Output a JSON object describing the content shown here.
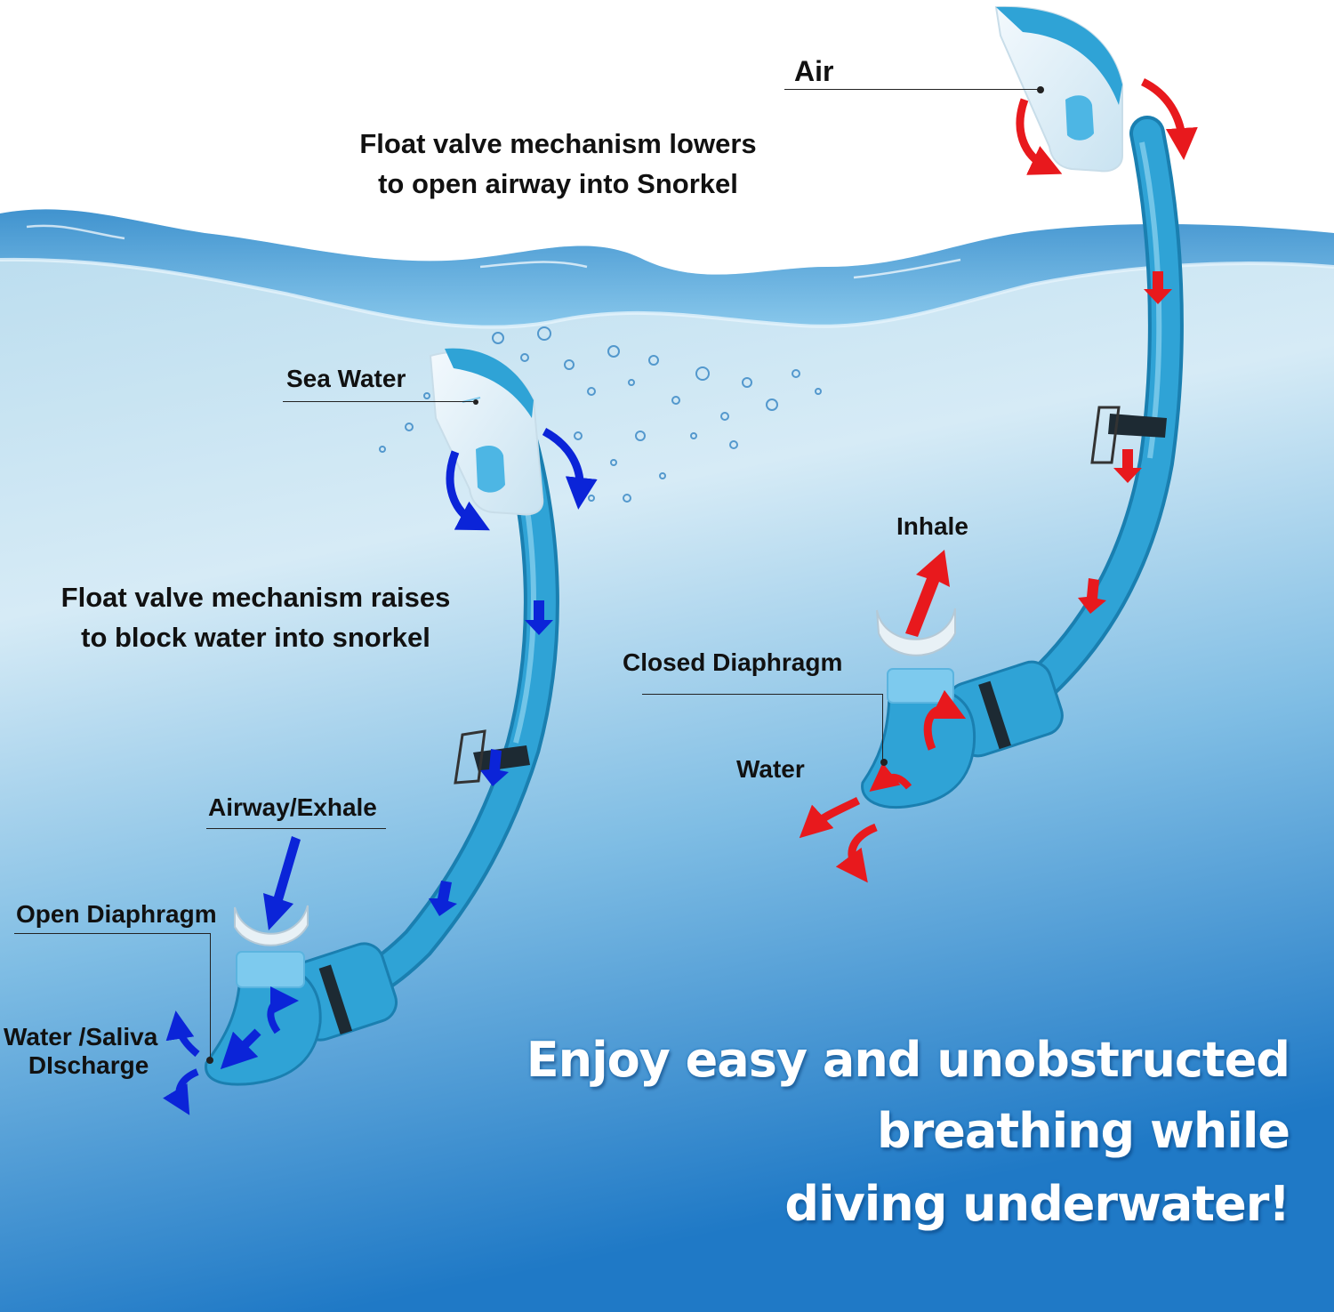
{
  "labels": {
    "air": "Air",
    "float_lowers_line1": "Float valve mechanism lowers",
    "float_lowers_line2": "to open airway into Snorkel",
    "sea_water": "Sea Water",
    "float_raises_line1": "Float valve mechanism raises",
    "float_raises_line2": "to block water into snorkel",
    "airway_exhale": "Airway/Exhale",
    "open_diaphragm": "Open Diaphragm",
    "water_saliva_line1": "Water /Saliva",
    "water_saliva_line2": "DIscharge",
    "inhale": "Inhale",
    "closed_diaphragm": "Closed Diaphragm",
    "water": "Water"
  },
  "slogan": {
    "line1": "Enjoy easy and unobstructed",
    "line2": "breathing while",
    "line3": "diving underwater!"
  },
  "colors": {
    "snorkel_tube": "#2fa3d6",
    "airflow_red": "#e8191d",
    "waterflow_blue": "#0b24d8",
    "water_deep": "#1f79c6",
    "water_light": "#b8dcef"
  },
  "icons": [
    "snorkel-tube",
    "float-valve-top",
    "mouthpiece",
    "flow-arrow-red",
    "flow-arrow-blue",
    "water-bubbles"
  ]
}
